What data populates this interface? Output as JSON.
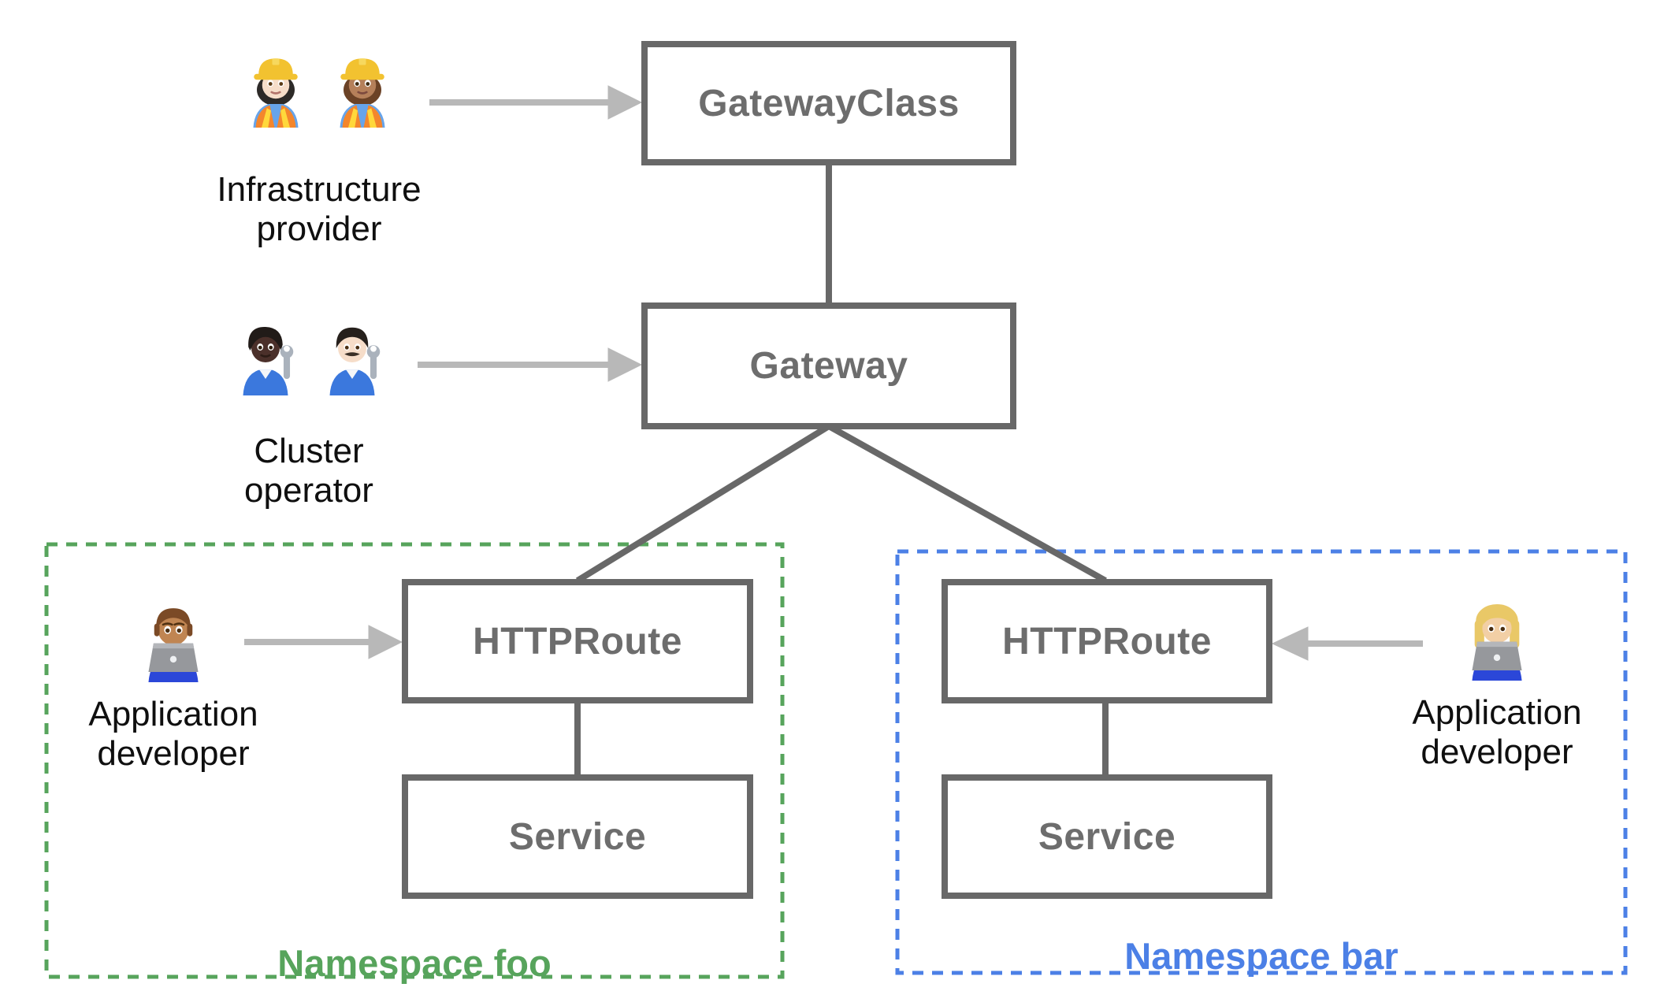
{
  "nodes": {
    "gateway_class": {
      "label": "GatewayClass"
    },
    "gateway": {
      "label": "Gateway"
    },
    "httproute_foo": {
      "label": "HTTPRoute"
    },
    "service_foo": {
      "label": "Service"
    },
    "httproute_bar": {
      "label": "HTTPRoute"
    },
    "service_bar": {
      "label": "Service"
    }
  },
  "namespaces": {
    "foo": {
      "label": "Namespace foo",
      "color": "#57a45c"
    },
    "bar": {
      "label": "Namespace bar",
      "color": "#4c80e6"
    }
  },
  "personas": {
    "infrastructure_provider": {
      "label": "Infrastructure provider",
      "emoji": "👷🏻‍♀️ 👷🏽‍♀️",
      "icons": [
        "woman-construction-worker-light-skin-icon",
        "woman-construction-worker-medium-skin-icon"
      ]
    },
    "cluster_operator": {
      "label": "Cluster operator",
      "emoji": "🧑🏿‍🔧 👨🏻‍🔧",
      "icons": [
        "mechanic-dark-skin-icon",
        "man-mechanic-light-skin-icon"
      ]
    },
    "app_developer_foo": {
      "label": "Application developer",
      "emoji": "👨🏽‍💻",
      "icons": [
        "man-technologist-icon"
      ]
    },
    "app_developer_bar": {
      "label": "Application developer",
      "emoji": "👩🏼‍💻",
      "icons": [
        "woman-technologist-icon"
      ]
    }
  },
  "colors": {
    "background": "#ffffff",
    "box_border": "#686868",
    "box_text": "#6d6d6d",
    "connector": "#686868",
    "arrow": "#b8b8b8",
    "namespace_foo": "#57a45c",
    "namespace_bar": "#4c80e6",
    "persona_text": "#0f0f0f"
  }
}
